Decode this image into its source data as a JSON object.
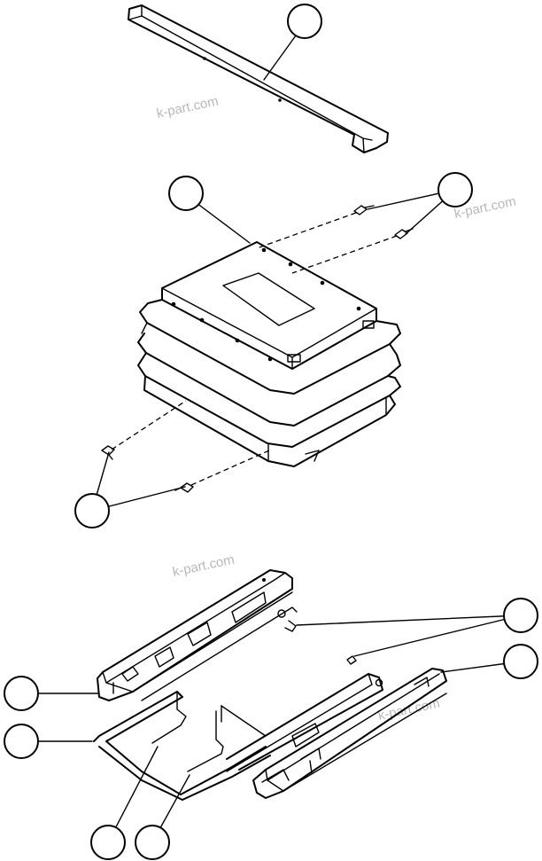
{
  "watermarks": [
    "k-part.com",
    "k-part.com",
    "k-part.com",
    "k-part.com"
  ],
  "callouts": [
    "",
    "",
    "",
    "",
    "",
    "",
    "",
    "",
    ""
  ]
}
